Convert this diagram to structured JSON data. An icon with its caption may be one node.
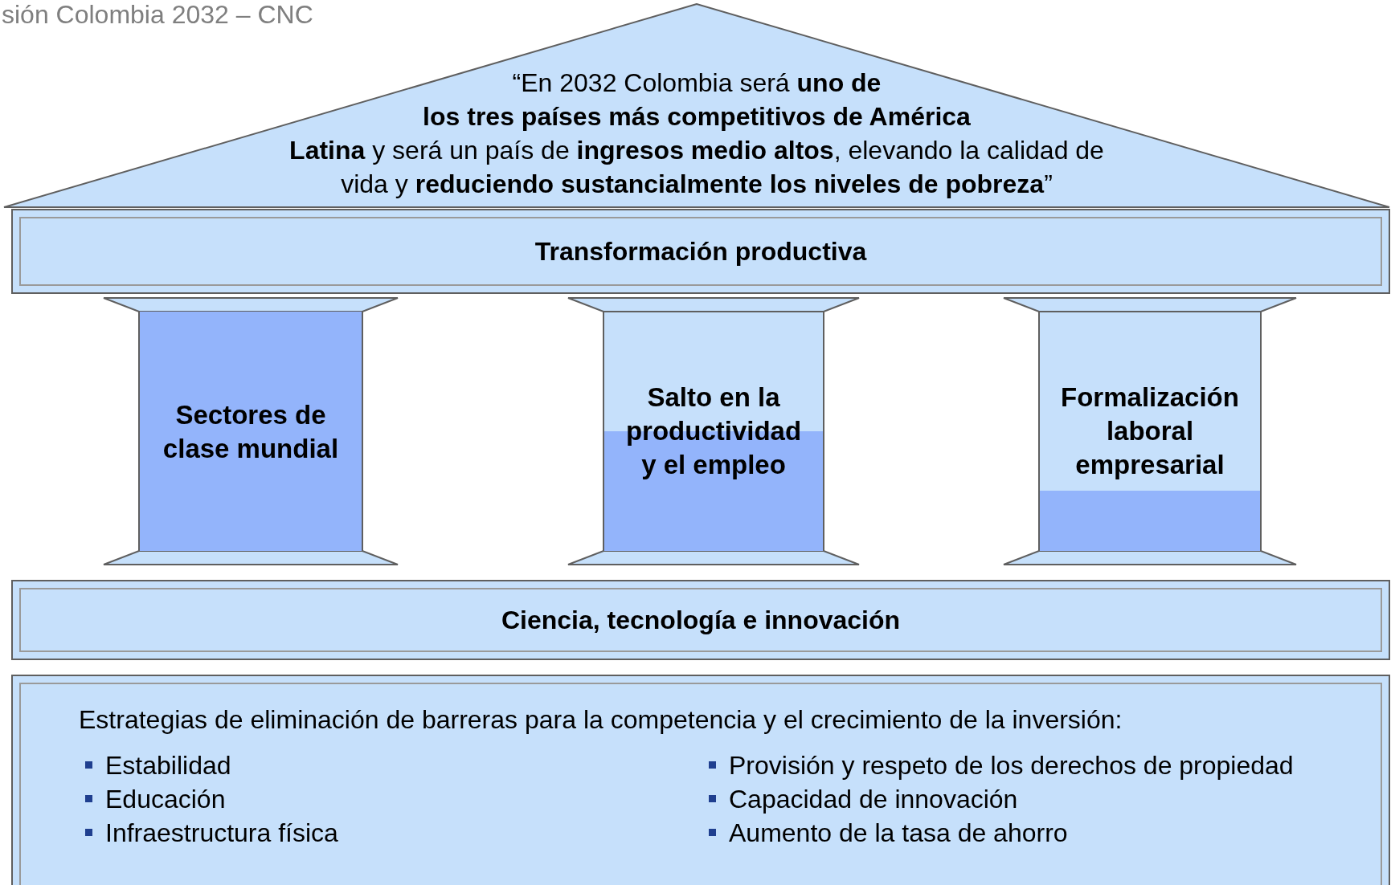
{
  "diagram": {
    "nodes": [
      {
        "text": [
          "“En 2032 Colombia será **uno de los tres países más competitivos de América Latina** y será un país de **ingresos medio altos**, elevando la calidad de vida y **reduciendo sustancialmente los niveles de pobreza**”"
        ]
      },
      {
        "text": [
          "Transformación productiva"
        ]
      },
      {
        "text": [
          "Sectores de clase mundial"
        ]
      },
      {
        "text": [
          "Salto en la productividad y el empleo"
        ]
      },
      {
        "text": [
          "Formalización laboral empresarial"
        ]
      },
      {
        "text": [
          "Ciencia, tecnología e innovación"
        ]
      },
      {
        "text": [
          "Estrategias de eliminación de barreras para la competencia y el crecimiento de la inversión:",
          "Estabilidad",
          "Educación",
          "Infraestructura física",
          "Provisión y respeto de los derechos de propiedad",
          "Capacidad de innovación",
          "Aumento de la tasa de ahorro"
        ]
      }
    ],
    "labels": [
      "sión Colombia 2032 – CNC"
    ]
  }
}
